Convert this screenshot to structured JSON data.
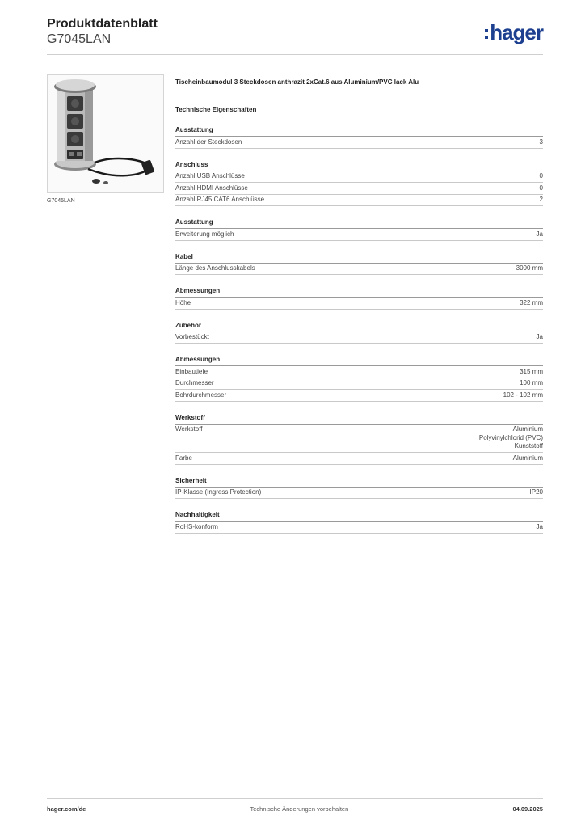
{
  "header": {
    "title": "Produktdatenblatt",
    "subtitle": "G7045LAN",
    "logo_text": "hager",
    "logo_color": "#1d3f8f"
  },
  "image": {
    "caption": "G7045LAN"
  },
  "product": {
    "description": "Tischeinbaumodul 3 Steckdosen anthrazit 2xCat.6 aus Aluminium/PVC lack Alu",
    "tech_heading": "Technische Eigenschaften"
  },
  "sections": [
    {
      "title": "Ausstattung",
      "rows": [
        {
          "label": "Anzahl der Steckdosen",
          "value": [
            "3"
          ]
        }
      ]
    },
    {
      "title": "Anschluss",
      "rows": [
        {
          "label": "Anzahl USB Anschlüsse",
          "value": [
            "0"
          ]
        },
        {
          "label": "Anzahl HDMI Anschlüsse",
          "value": [
            "0"
          ]
        },
        {
          "label": "Anzahl RJ45 CAT6 Anschlüsse",
          "value": [
            "2"
          ]
        }
      ]
    },
    {
      "title": "Ausstattung",
      "rows": [
        {
          "label": "Erweiterung möglich",
          "value": [
            "Ja"
          ]
        }
      ]
    },
    {
      "title": "Kabel",
      "rows": [
        {
          "label": "Länge des Anschlusskabels",
          "value": [
            "3000 mm"
          ]
        }
      ]
    },
    {
      "title": "Abmessungen",
      "rows": [
        {
          "label": "Höhe",
          "value": [
            "322 mm"
          ]
        }
      ]
    },
    {
      "title": "Zubehör",
      "rows": [
        {
          "label": "Vorbestückt",
          "value": [
            "Ja"
          ]
        }
      ]
    },
    {
      "title": "Abmessungen",
      "rows": [
        {
          "label": "Einbautiefe",
          "value": [
            "315 mm"
          ]
        },
        {
          "label": "Durchmesser",
          "value": [
            "100 mm"
          ]
        },
        {
          "label": "Bohrdurchmesser",
          "value": [
            "102 - 102 mm"
          ]
        }
      ]
    },
    {
      "title": "Werkstoff",
      "rows": [
        {
          "label": "Werkstoff",
          "value": [
            "Aluminium",
            "Polyvinylchlorid (PVC)",
            "Kunststoff"
          ]
        },
        {
          "label": "Farbe",
          "value": [
            "Aluminium"
          ]
        }
      ]
    },
    {
      "title": "Sicherheit",
      "rows": [
        {
          "label": "IP-Klasse (Ingress Protection)",
          "value": [
            "IP20"
          ]
        }
      ]
    },
    {
      "title": "Nachhaltigkeit",
      "rows": [
        {
          "label": "RoHS-konform",
          "value": [
            "Ja"
          ]
        }
      ]
    }
  ],
  "footer": {
    "left": "hager.com/de",
    "center": "Technische Änderungen vorbehalten",
    "right": "04.09.2025"
  }
}
